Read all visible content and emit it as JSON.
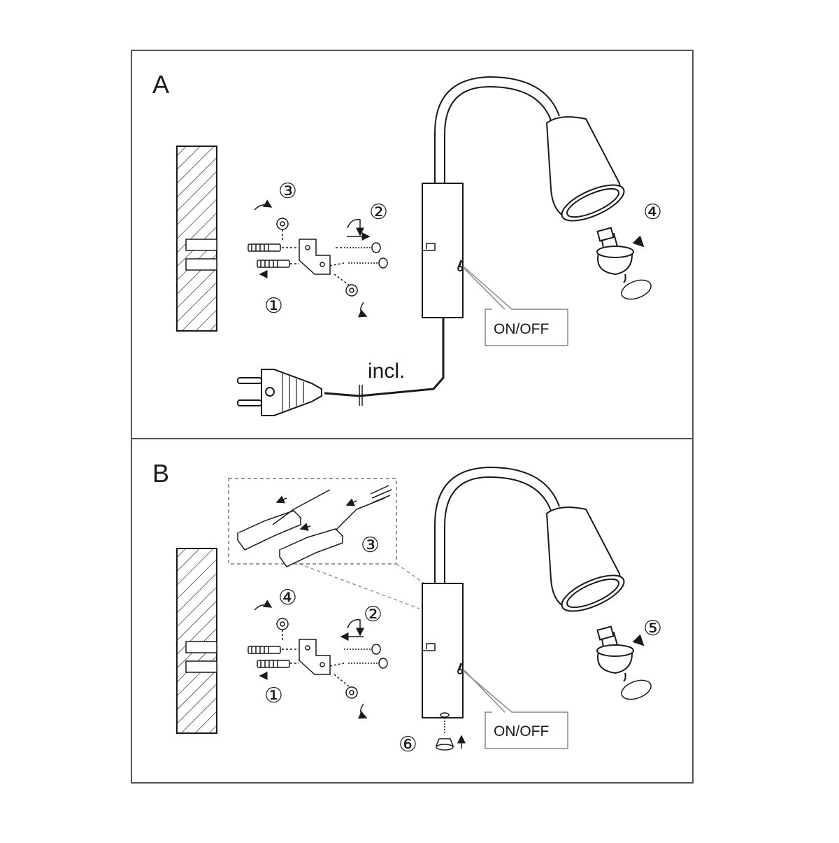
{
  "panels": [
    {
      "id": "A",
      "label": "A",
      "switch_label": "ON/OFF",
      "plug_label": "incl.",
      "steps": [
        "①",
        "②",
        "③",
        "④"
      ]
    },
    {
      "id": "B",
      "label": "B",
      "switch_label": "ON/OFF",
      "steps": [
        "①",
        "②",
        "③",
        "④",
        "⑤",
        "⑥"
      ]
    }
  ],
  "colors": {
    "line": "#1a1a1a",
    "frame": "#555555",
    "leader": "#888888"
  }
}
